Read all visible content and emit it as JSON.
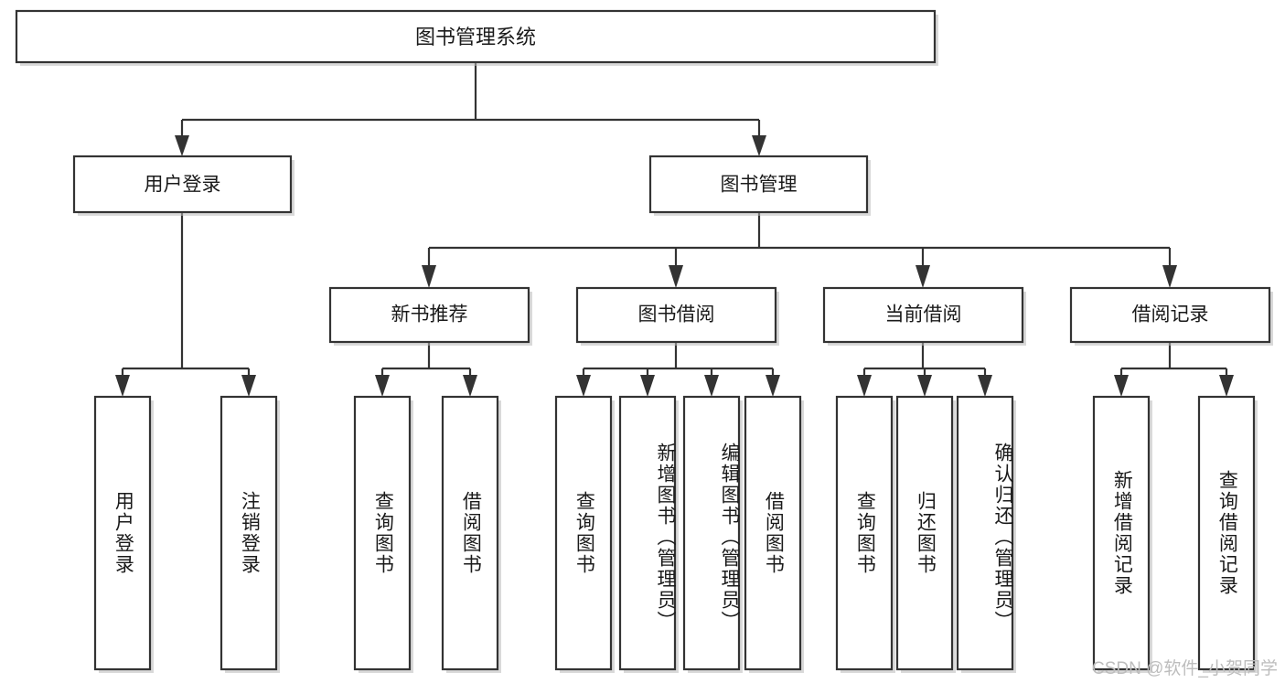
{
  "diagram": {
    "type": "tree-hierarchy",
    "title": "图书管理系统",
    "root": {
      "id": "root",
      "label": "图书管理系统",
      "orientation": "horizontal"
    },
    "level2": [
      {
        "id": "user-login",
        "label": "用户登录",
        "orientation": "horizontal"
      },
      {
        "id": "book-manage",
        "label": "图书管理",
        "orientation": "horizontal"
      }
    ],
    "level3": [
      {
        "id": "new-book-recommend",
        "label": "新书推荐",
        "parent": "book-manage",
        "orientation": "horizontal"
      },
      {
        "id": "book-borrow",
        "label": "图书借阅",
        "parent": "book-manage",
        "orientation": "horizontal"
      },
      {
        "id": "current-borrow",
        "label": "当前借阅",
        "parent": "book-manage",
        "orientation": "horizontal"
      },
      {
        "id": "borrow-record",
        "label": "借阅记录",
        "parent": "book-manage",
        "orientation": "horizontal"
      }
    ],
    "leaves": [
      {
        "id": "leaf-user-login",
        "label": "用户登录",
        "parent": "user-login",
        "orientation": "vertical"
      },
      {
        "id": "leaf-logout",
        "label": "注销登录",
        "parent": "user-login",
        "orientation": "vertical"
      },
      {
        "id": "leaf-query-book-1",
        "label": "查询图书",
        "parent": "new-book-recommend",
        "orientation": "vertical"
      },
      {
        "id": "leaf-borrow-book-1",
        "label": "借阅图书",
        "parent": "new-book-recommend",
        "orientation": "vertical"
      },
      {
        "id": "leaf-query-book-2",
        "label": "查询图书",
        "parent": "book-borrow",
        "orientation": "vertical"
      },
      {
        "id": "leaf-add-book",
        "label": "新增图书（管理员）",
        "parent": "book-borrow",
        "orientation": "vertical"
      },
      {
        "id": "leaf-edit-book",
        "label": "编辑图书（管理员）",
        "parent": "book-borrow",
        "orientation": "vertical"
      },
      {
        "id": "leaf-borrow-book-2",
        "label": "借阅图书",
        "parent": "book-borrow",
        "orientation": "vertical"
      },
      {
        "id": "leaf-query-book-3",
        "label": "查询图书",
        "parent": "current-borrow",
        "orientation": "vertical"
      },
      {
        "id": "leaf-return-book",
        "label": "归还图书",
        "parent": "current-borrow",
        "orientation": "vertical"
      },
      {
        "id": "leaf-confirm-return",
        "label": "确认归还（管理员）",
        "parent": "current-borrow",
        "orientation": "vertical"
      },
      {
        "id": "leaf-add-record",
        "label": "新增借阅记录",
        "parent": "borrow-record",
        "orientation": "vertical"
      },
      {
        "id": "leaf-query-record",
        "label": "查询借阅记录",
        "parent": "borrow-record",
        "orientation": "vertical"
      }
    ],
    "colors": {
      "box_stroke": "#333333",
      "box_fill": "#ffffff",
      "text": "#1a1a1a",
      "connector": "#333333",
      "watermark": "#bdbdbd",
      "background": "#ffffff"
    }
  },
  "watermark": {
    "text": "CSDN @软件_小贺同学"
  }
}
